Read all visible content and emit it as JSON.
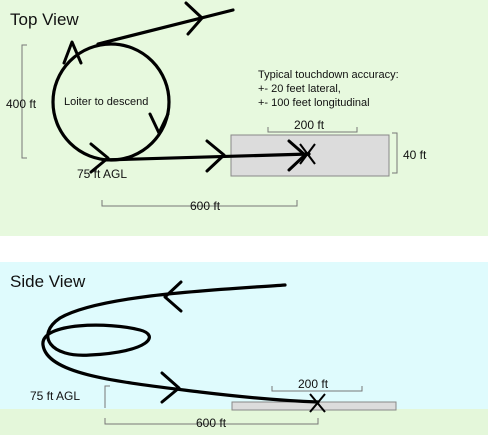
{
  "top_view": {
    "title": "Top View",
    "loiter_label": "Loiter to descend",
    "altitude_label": "75 ft AGL",
    "accuracy": {
      "heading": "Typical touchdown accuracy:",
      "lateral": "+- 20 feet lateral,",
      "longitudinal": "+- 100 feet longitudinal"
    },
    "dimensions": {
      "loiter_diameter": "400 ft",
      "runway_length": "200 ft",
      "runway_width": "40 ft",
      "approach_distance": "600 ft"
    }
  },
  "side_view": {
    "title": "Side View",
    "altitude_label": "75 ft AGL",
    "dimensions": {
      "runway_length": "200 ft",
      "approach_distance": "600 ft"
    }
  },
  "colors": {
    "top_panel": "#e7f9de",
    "side_panel": "#dffbfd",
    "ground": "#e4f7da",
    "runway_fill": "#dcdcdc",
    "runway_stroke": "#888888",
    "path": "#000000",
    "dimension_line": "#777777"
  }
}
